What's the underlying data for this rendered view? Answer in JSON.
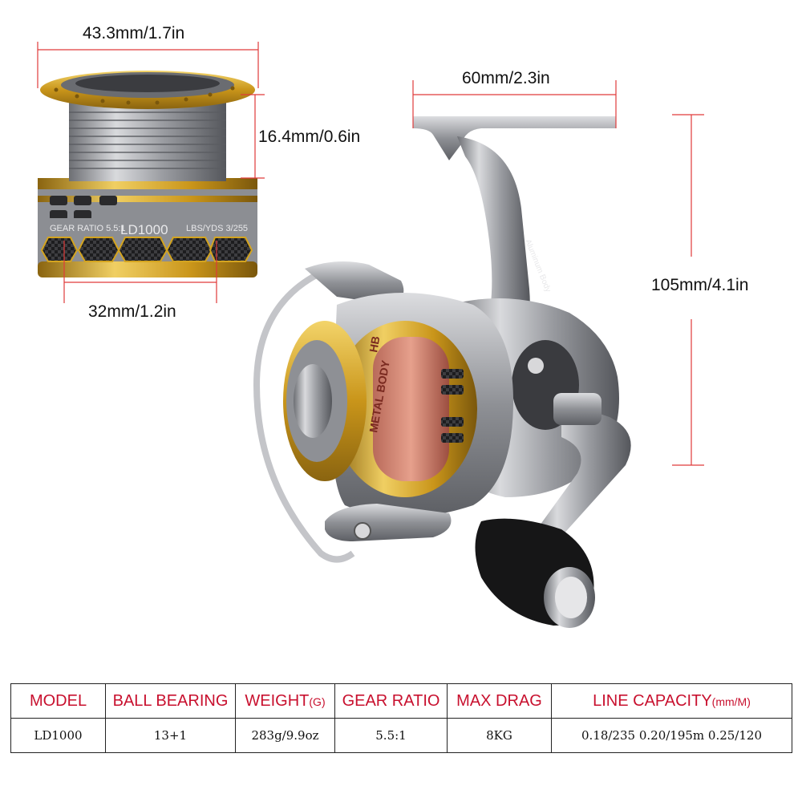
{
  "dimensions": {
    "spool_width": "43.3mm/1.7in",
    "spool_height": "16.4mm/0.6in",
    "spool_base": "32mm/1.2in",
    "foot_length": "60mm/2.3in",
    "reel_height": "105mm/4.1in"
  },
  "spool_engraving": {
    "gear_ratio": "GEAR RATIO 5.5:1",
    "model": "LD1000",
    "capacity": "LBS/YDS 3/255"
  },
  "reel_engraving": {
    "body": "Aluminum Body",
    "spool_text": "METAL BODY",
    "side_text": "HB"
  },
  "colors": {
    "gold": "#d4a41f",
    "silver": "#a9abb0",
    "dim_line": "#e03a3a",
    "header_text": "#c8102e"
  },
  "specs_table": {
    "headers": [
      {
        "label": "MODEL",
        "unit": ""
      },
      {
        "label": "BALL BEARING",
        "unit": ""
      },
      {
        "label": "WEIGHT",
        "unit": "(G)"
      },
      {
        "label": "GEAR RATIO",
        "unit": ""
      },
      {
        "label": "MAX DRAG",
        "unit": ""
      },
      {
        "label": "LINE CAPACITY",
        "unit": "(mm/M)"
      }
    ],
    "row": [
      "LD1000",
      "13+1",
      "283g/9.9oz",
      "5.5:1",
      "8KG",
      "0.18/235 0.20/195m 0.25/120"
    ]
  }
}
